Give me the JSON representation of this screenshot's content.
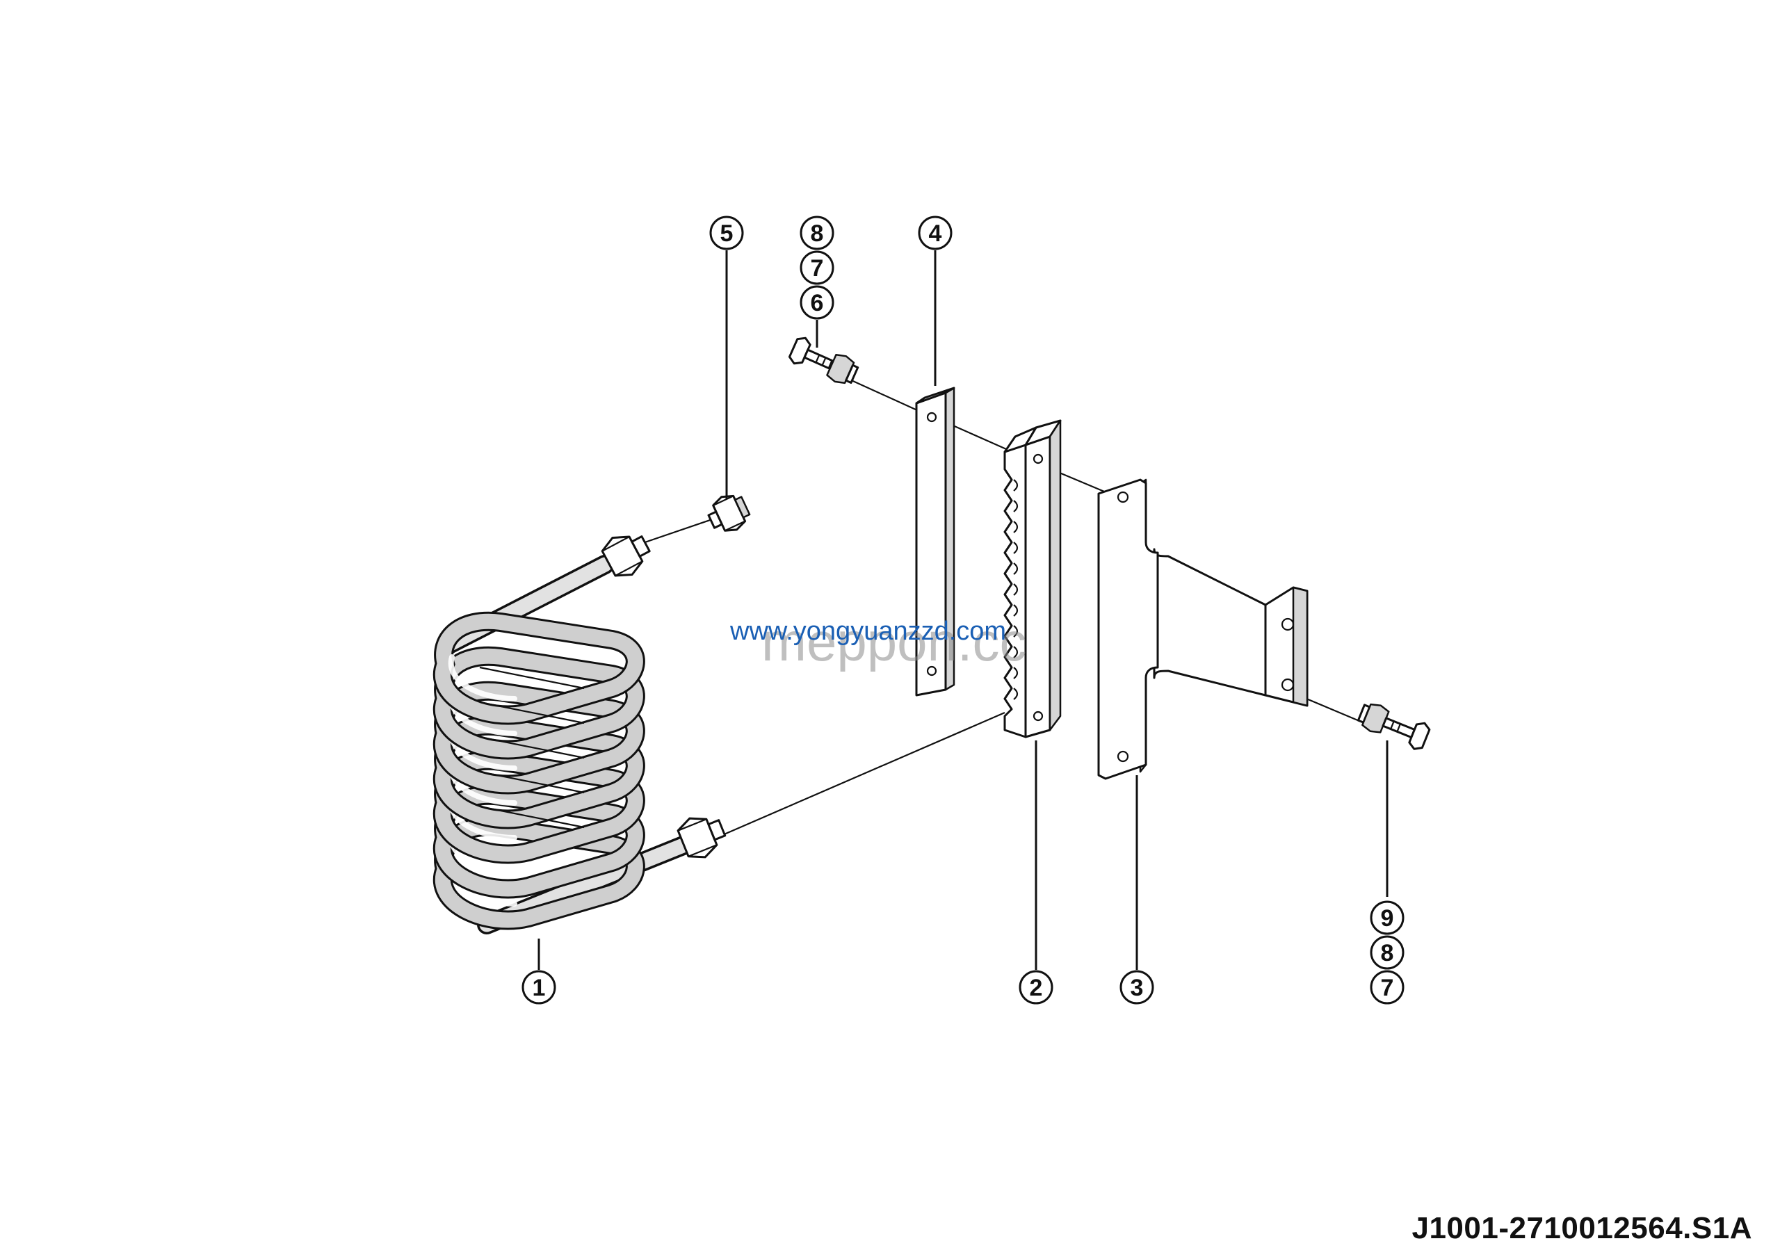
{
  "figure": {
    "code": "J1001-2710012564.S1A"
  },
  "callouts": {
    "c1": "1",
    "c2": "2",
    "c3": "3",
    "c4": "4",
    "c5": "5",
    "stack_a": [
      "8",
      "7",
      "6"
    ],
    "stack_b": [
      "9",
      "8",
      "7"
    ]
  },
  "watermarks": {
    "grey": "meppon.cc",
    "blue": "www.yongyuanzzd.com"
  }
}
